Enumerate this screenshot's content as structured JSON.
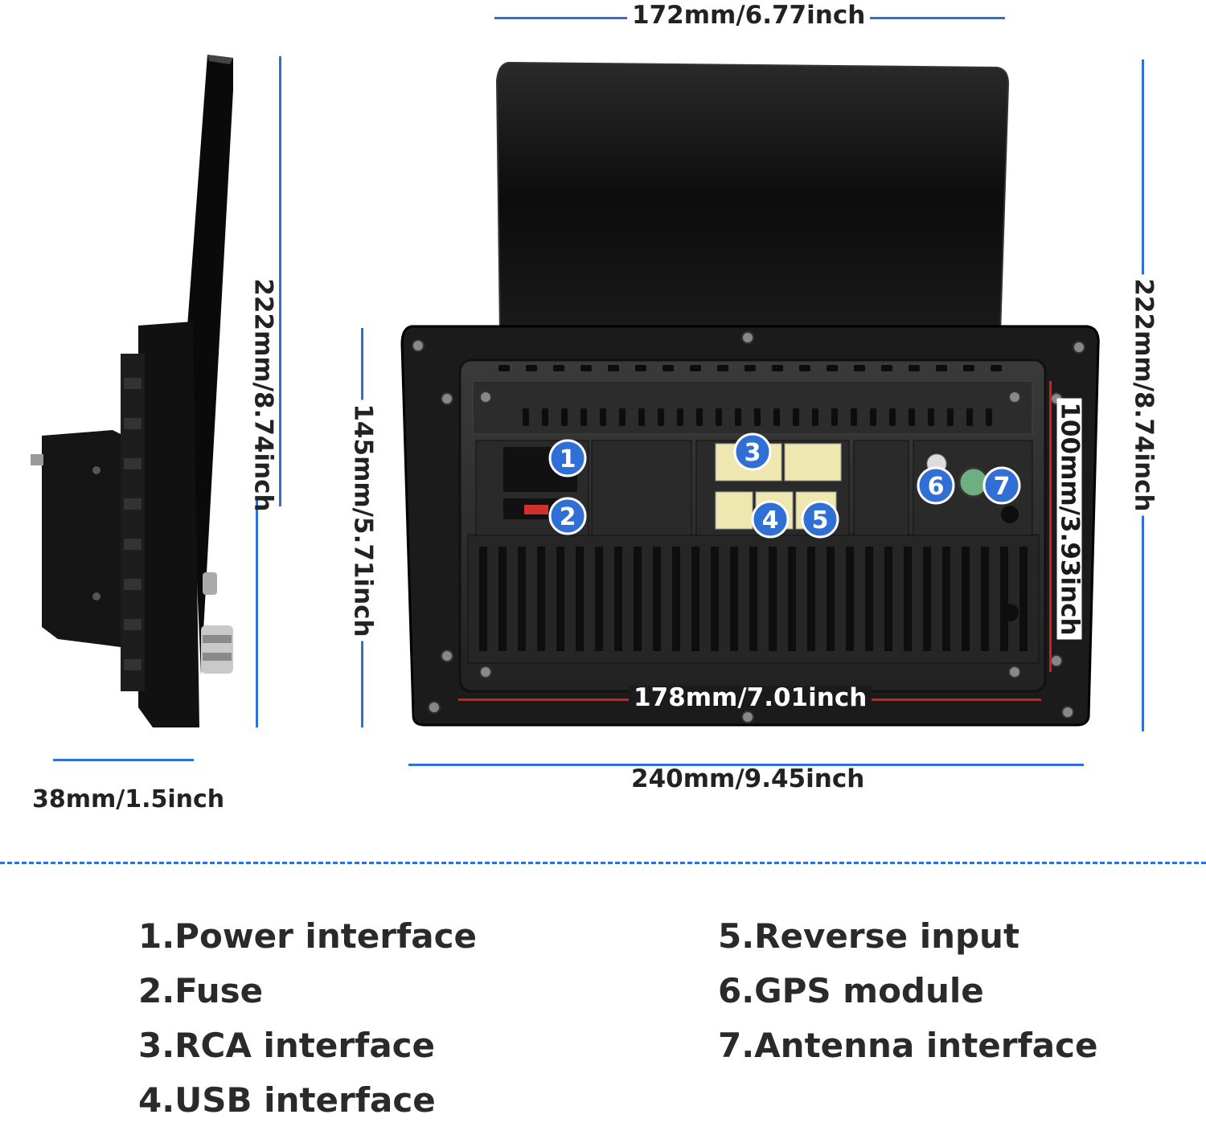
{
  "dimensions": {
    "top_width": "172mm/6.77inch",
    "side_height": "222mm/8.74inch",
    "right_height": "222mm/8.74inch",
    "chassis_height": "145mm/5.71inch",
    "rear_height": "100mm/3.93inch",
    "rear_width": "178mm/7.01inch",
    "total_width": "240mm/9.45inch",
    "depth": "38mm/1.5inch"
  },
  "badges": [
    "1",
    "2",
    "3",
    "4",
    "5",
    "6",
    "7"
  ],
  "legend": {
    "left": [
      "1.Power interface",
      "2.Fuse",
      "3.RCA interface",
      "4.USB interface"
    ],
    "right": [
      "5.Reverse input",
      "6.GPS module",
      "7.Antenna interface"
    ]
  },
  "colors": {
    "dimension_line": "#2f6fd6",
    "inner_dimension_line": "#d81b1b",
    "badge": "#2f6fd6",
    "connector": "#efe7b0"
  }
}
